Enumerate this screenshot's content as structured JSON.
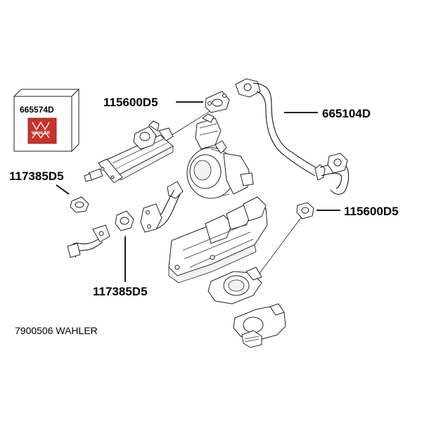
{
  "kit_box": {
    "part_number": "665574D",
    "logo_text": "WAHLER",
    "logo_color": "#c8332b"
  },
  "labels": {
    "gasket_top": "115600D5",
    "pipe": "665104D",
    "gasket_left": "117385D5",
    "gasket_right": "115600D5",
    "gasket_bottom": "117385D5"
  },
  "footer": {
    "reference": "7900506 WAHLER"
  }
}
